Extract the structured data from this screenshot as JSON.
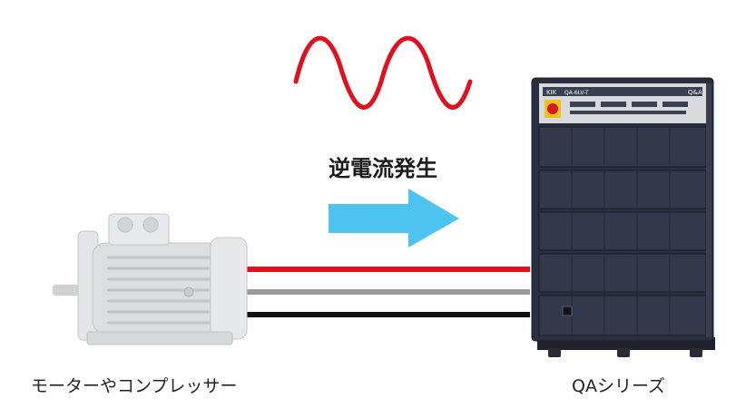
{
  "wave_label": "逆電流発生",
  "motor_label": "モーターやコンプレッサー",
  "device_label": "QAシリーズ",
  "device_panel": {
    "badge": "KIK",
    "model": "QA-6LV-T",
    "brand": "Q&A"
  },
  "colors": {
    "wave": "#e0101f",
    "arrow": "#4cc4ef",
    "wire_red": "#e0101f",
    "wire_gray": "#9a9a9a",
    "wire_black": "#111111",
    "cabinet": "#2b2f3d",
    "motor": "#d9dbdc"
  },
  "wires": [
    "red",
    "gray",
    "black"
  ]
}
